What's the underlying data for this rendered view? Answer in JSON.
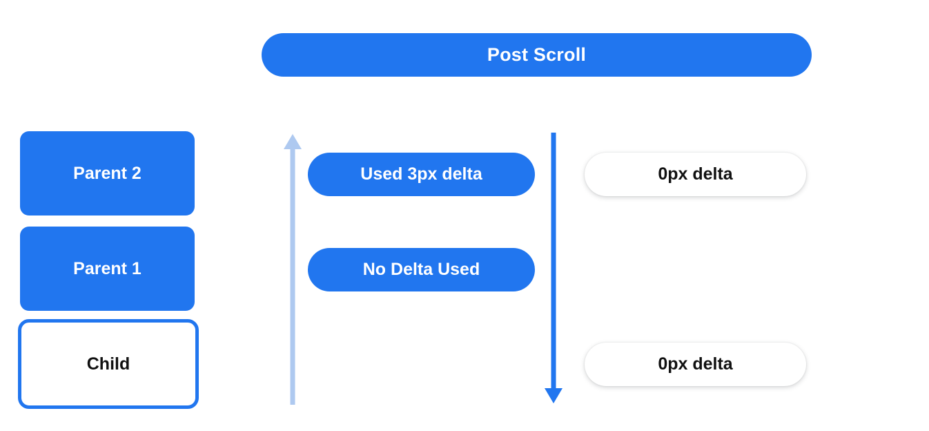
{
  "header": {
    "title": "Post Scroll"
  },
  "left_stack": {
    "items": [
      {
        "label": "Parent 2",
        "style": "filled"
      },
      {
        "label": "Parent 1",
        "style": "filled"
      },
      {
        "label": "Child",
        "style": "outlined"
      }
    ]
  },
  "arrows": {
    "up": {
      "name": "scroll-up-arrow",
      "direction": "up",
      "color": "#aec9f0"
    },
    "down": {
      "name": "scroll-down-arrow",
      "direction": "down",
      "color": "#2176ef"
    }
  },
  "middle_pills": [
    {
      "label": "Used 3px delta"
    },
    {
      "label": "No Delta Used"
    }
  ],
  "right_pills": [
    {
      "label": "0px delta"
    },
    {
      "label": "0px delta"
    }
  ],
  "colors": {
    "accent_blue": "#2176ef",
    "light_blue": "#aec9f0",
    "text_dark": "#111111",
    "text_light": "#ffffff",
    "background": "#ffffff"
  }
}
